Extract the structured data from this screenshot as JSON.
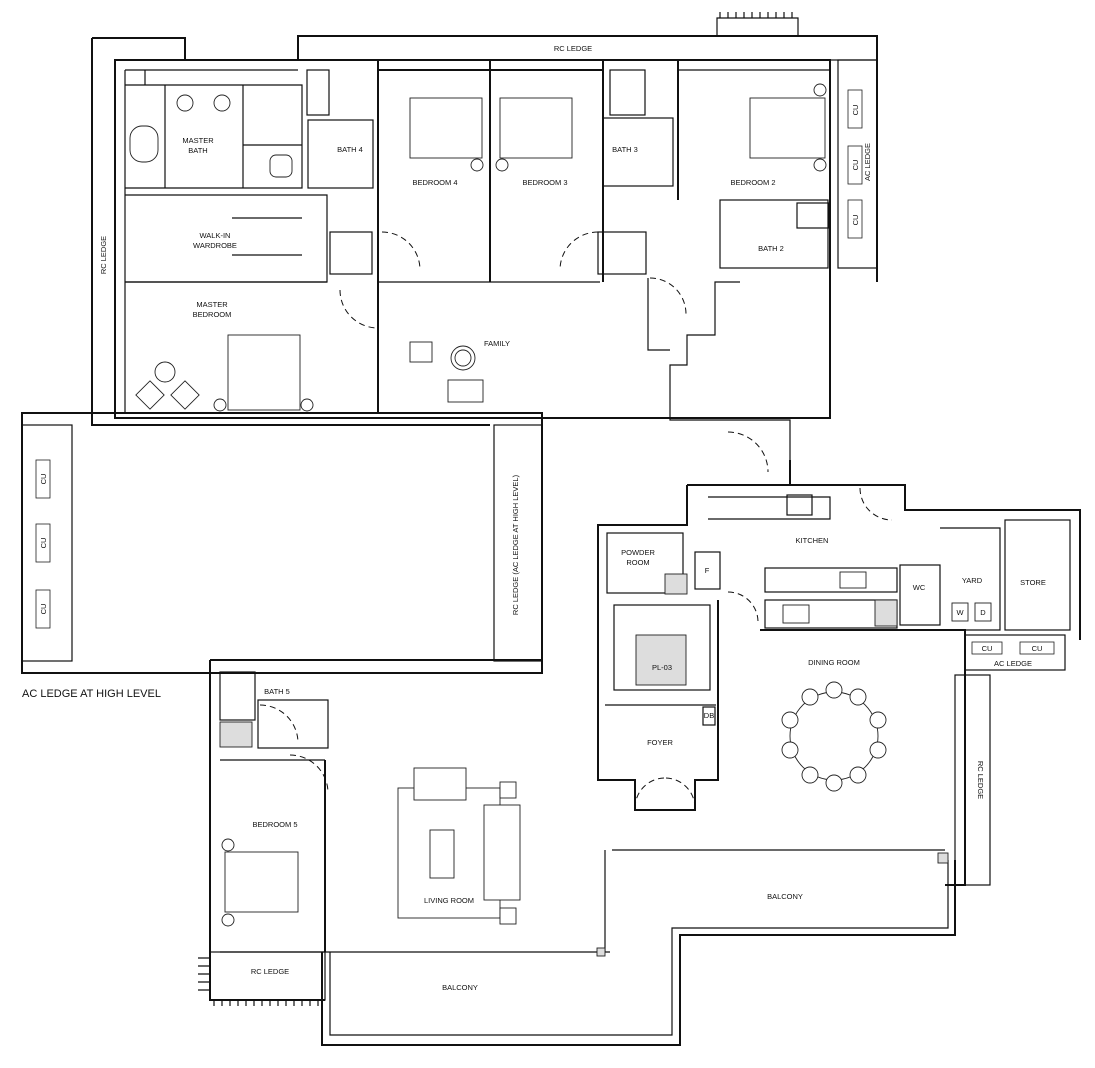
{
  "rooms": {
    "master_bath": [
      "MASTER",
      "BATH"
    ],
    "walk_in_wardrobe": [
      "WALK-IN",
      "WARDROBE"
    ],
    "master_bedroom": [
      "MASTER",
      "BEDROOM"
    ],
    "bath_4": "BATH 4",
    "bedroom_4": "BEDROOM 4",
    "bedroom_3": "BEDROOM 3",
    "bath_3": "BATH 3",
    "bedroom_2": "BEDROOM 2",
    "bath_2": "BATH 2",
    "family": "FAMILY",
    "kitchen": "KITCHEN",
    "powder_room": [
      "POWDER",
      "ROOM"
    ],
    "wc": "WC",
    "yard": "YARD",
    "store": "STORE",
    "dining_room": "DINING ROOM",
    "foyer": "FOYER",
    "pl_03": "PL-03",
    "db": "DB",
    "fridge": "F",
    "washer": "W",
    "dryer": "D",
    "bath_5": "BATH 5",
    "bedroom_5": "BEDROOM 5",
    "living_room": "LIVING ROOM",
    "balcony_right": "BALCONY",
    "balcony_bottom": "BALCONY"
  },
  "ledges": {
    "rc_ledge_top": "RC LEDGE",
    "rc_ledge_left": "RC LEDGE",
    "ac_ledge_right": "AC LEDGE",
    "rc_ledge_ac_high": "RC LEDGE  (AC LEDGE AT HIGH LEVEL)",
    "ac_ledge_high_level": "AC LEDGE AT HIGH LEVEL",
    "ac_ledge_yard": "AC LEDGE",
    "rc_ledge_right": "RC LEDGE",
    "rc_ledge_bottom": "RC LEDGE"
  },
  "cu_label": "CU"
}
